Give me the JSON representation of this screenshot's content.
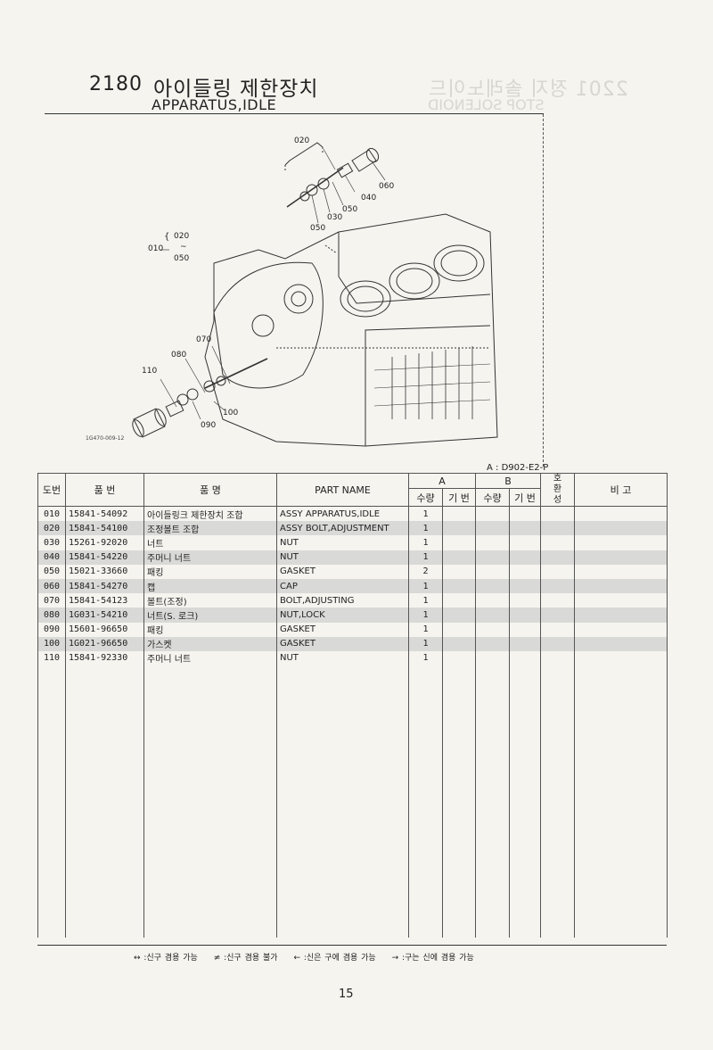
{
  "header": {
    "number": "2180",
    "title_ko": "아이들링 제한장치",
    "title_en": "APPARATUS,IDLE",
    "ghost_number": "2201",
    "ghost_ko": "정지 솔레노이드",
    "ghost_en": "STOP SOLENOID"
  },
  "diagram": {
    "figure_code": "1G470-009-12",
    "callouts": {
      "c020_top": "020",
      "c060": "060",
      "c040": "040",
      "c050a": "050",
      "c030": "030",
      "c050b": "050",
      "c010": "010",
      "c020_range": "020",
      "tilde": "~",
      "c050_range": "050",
      "c070": "070",
      "c080": "080",
      "c110": "110",
      "c100": "100",
      "c090": "090"
    }
  },
  "sheet_code": "A : D902-E2-P",
  "table": {
    "headers": {
      "ref": "도번",
      "part_no": "품  번",
      "name_ko": "품       명",
      "part_name": "PART  NAME",
      "a": "A",
      "b": "B",
      "qty": "수량",
      "code": "기 번",
      "interchange": "호\n환\n성",
      "remarks": "비  고"
    },
    "rows": [
      {
        "ref": "010",
        "part_no": "15841-54092",
        "name_ko": "아이들링크 제한장치 조합",
        "part_name": "ASSY APPARATUS,IDLE",
        "qty_a": "1"
      },
      {
        "ref": "020",
        "part_no": "15841-54100",
        "name_ko": "조정볼트 조합",
        "part_name": "ASSY BOLT,ADJUSTMENT",
        "qty_a": "1"
      },
      {
        "ref": "030",
        "part_no": "15261-92020",
        "name_ko": "너트",
        "part_name": "NUT",
        "qty_a": "1"
      },
      {
        "ref": "040",
        "part_no": "15841-54220",
        "name_ko": "주머니 너트",
        "part_name": "NUT",
        "qty_a": "1"
      },
      {
        "ref": "050",
        "part_no": "15021-33660",
        "name_ko": "패킹",
        "part_name": "GASKET",
        "qty_a": "2"
      },
      {
        "ref": "060",
        "part_no": "15841-54270",
        "name_ko": "캡",
        "part_name": "CAP",
        "qty_a": "1"
      },
      {
        "ref": "070",
        "part_no": "15841-54123",
        "name_ko": "볼트(조정)",
        "part_name": "BOLT,ADJUSTING",
        "qty_a": "1"
      },
      {
        "ref": "080",
        "part_no": "1G031-54210",
        "name_ko": "너트(S. 로크)",
        "part_name": "NUT,LOCK",
        "qty_a": "1"
      },
      {
        "ref": "090",
        "part_no": "15601-96650",
        "name_ko": "패킹",
        "part_name": "GASKET",
        "qty_a": "1"
      },
      {
        "ref": "100",
        "part_no": "1G021-96650",
        "name_ko": "가스켓",
        "part_name": "GASKET",
        "qty_a": "1"
      },
      {
        "ref": "110",
        "part_no": "15841-92330",
        "name_ko": "주머니 너트",
        "part_name": "NUT",
        "qty_a": "1"
      }
    ]
  },
  "legend": {
    "l1": "↔ :신구 겸용 가능",
    "l2": "≠ :신구 겸용 불가",
    "l3": "← :신은 구에 겸용 가능",
    "l4": "→ :구는 신에 겸용 가능"
  },
  "page_number": "15"
}
